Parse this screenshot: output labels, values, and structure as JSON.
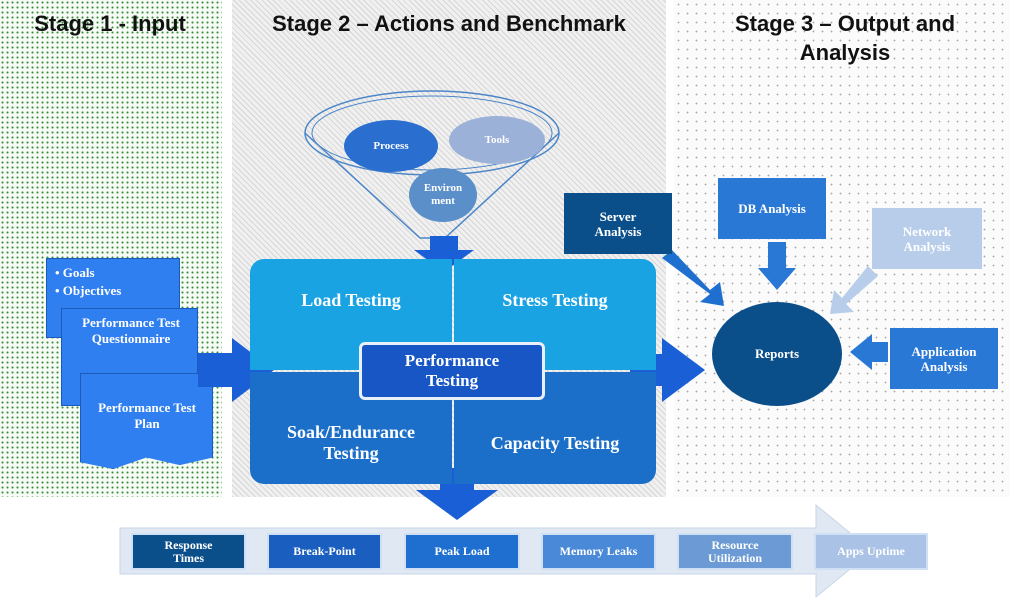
{
  "stages": {
    "stage1": "Stage 1 - Input",
    "stage2": "Stage 2 – Actions and Benchmark",
    "stage3": "Stage 3 – Output and Analysis"
  },
  "inputs": {
    "goals": "• Goals",
    "objectives": "• Objectives",
    "questionnaire": "Performance Test Questionnaire",
    "test_plan": "Performance Test Plan"
  },
  "funnel": {
    "process": "Process",
    "tools": "Tools",
    "environment": "Environ ment"
  },
  "testing": {
    "load": "Load Testing",
    "stress": "Stress Testing",
    "soak": "Soak/Endurance Testing",
    "capacity": "Capacity Testing",
    "center": "Performance Testing"
  },
  "analysis": {
    "server": "Server Analysis",
    "db": "DB Analysis",
    "network": "Network Analysis",
    "application": "Application Analysis",
    "reports": "Reports"
  },
  "metrics": [
    "Response Times",
    "Break-Point",
    "Peak Load",
    "Memory Leaks",
    "Resource Utilization",
    "Apps Uptime"
  ],
  "colors": {
    "dark_blue": "#0b4f8a",
    "medium_blue": "#2a78d6",
    "light_blue": "#b8cdea",
    "quad_light": "#1aa3e3",
    "quad_dark": "#1c6fc8"
  }
}
